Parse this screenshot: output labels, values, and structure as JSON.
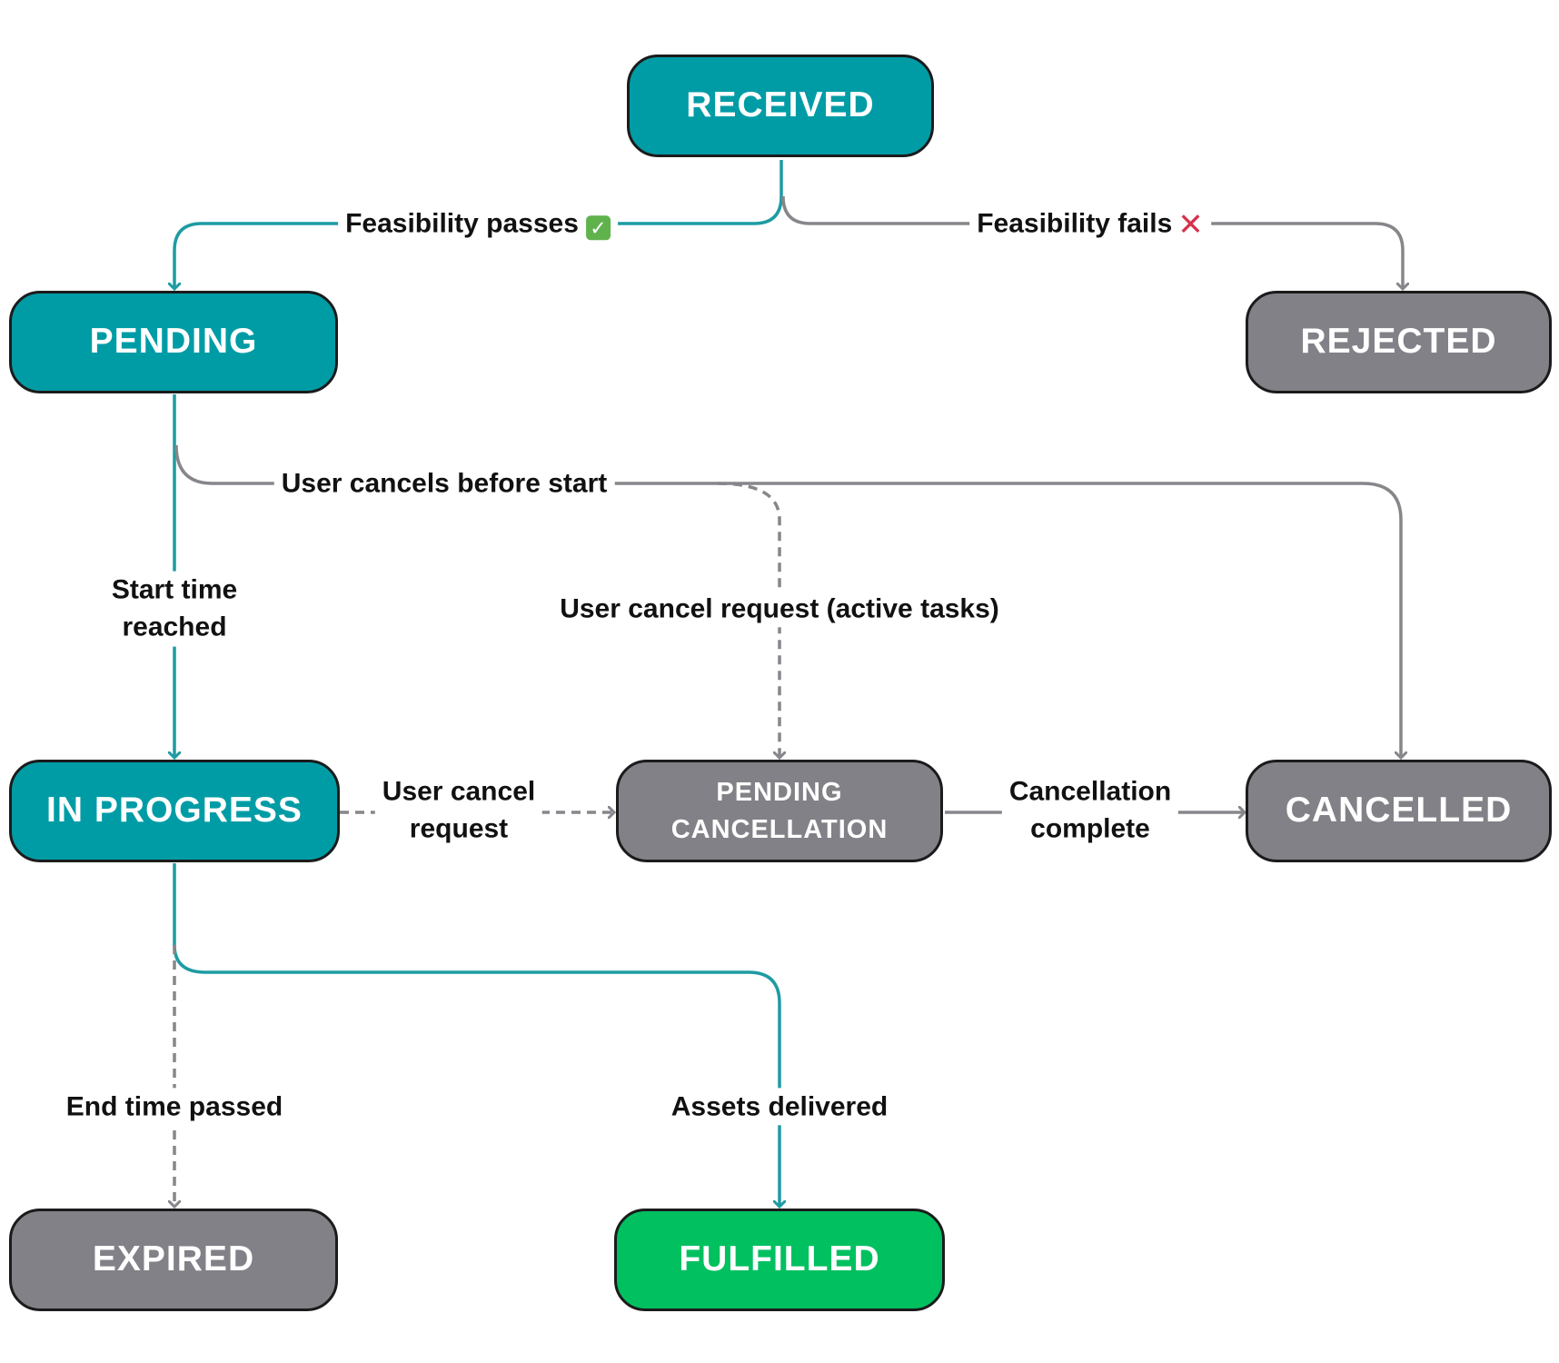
{
  "colors": {
    "teal": "#009ca6",
    "gray": "#818187",
    "green": "#00c060",
    "teal_edge": "#1e9ba3",
    "gray_edge": "#86868b"
  },
  "nodes": {
    "received": "RECEIVED",
    "pending": "PENDING",
    "rejected": "REJECTED",
    "in_progress": "IN PROGRESS",
    "pending_cancellation": "PENDING\nCANCELLATION",
    "cancelled": "CANCELLED",
    "expired": "EXPIRED",
    "fulfilled": "FULFILLED"
  },
  "edges": {
    "feasibility_passes": "Feasibility passes",
    "feasibility_fails": "Feasibility fails",
    "user_cancels_before_start": "User cancels before start",
    "start_time_reached": "Start time\nreached",
    "user_cancel_request_active": "User cancel request (active tasks)",
    "user_cancel_request": "User cancel\nrequest",
    "cancellation_complete": "Cancellation\ncomplete",
    "end_time_passed": "End time passed",
    "assets_delivered": "Assets delivered"
  },
  "icons": {
    "passes": "check-mark-icon",
    "fails": "cross-mark-icon"
  }
}
